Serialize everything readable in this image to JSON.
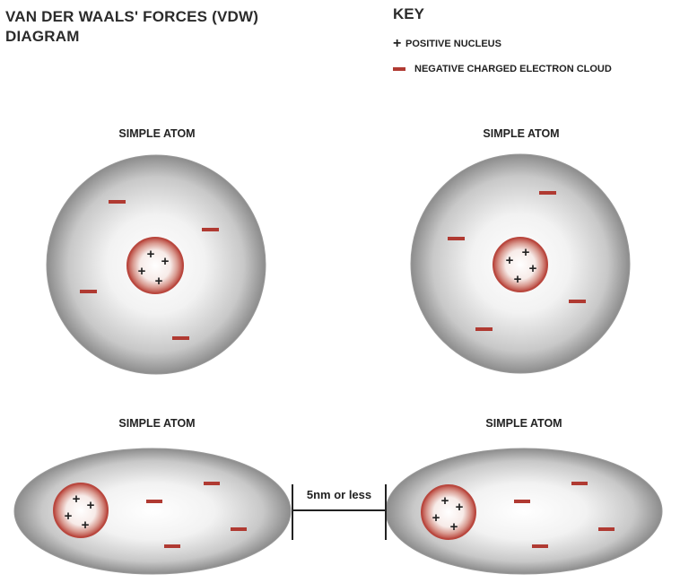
{
  "title_line1": "VAN DER WAALS' FORCES (VDW)",
  "title_line2": "DIAGRAM",
  "key": {
    "title": "KEY",
    "positive_label": "POSITIVE NUCLEUS",
    "negative_label": "NEGATIVE CHARGED ELECTRON CLOUD"
  },
  "atoms": [
    {
      "label": "SIMPLE ATOM"
    },
    {
      "label": "SIMPLE ATOM"
    },
    {
      "label": "SIMPLE ATOM"
    },
    {
      "label": "SIMPLE ATOM"
    }
  ],
  "distance_label": "5nm or less",
  "colors": {
    "electron": "#b03a32",
    "nucleus": "#c0504a",
    "cloud_edge": "#8c8c8c"
  }
}
